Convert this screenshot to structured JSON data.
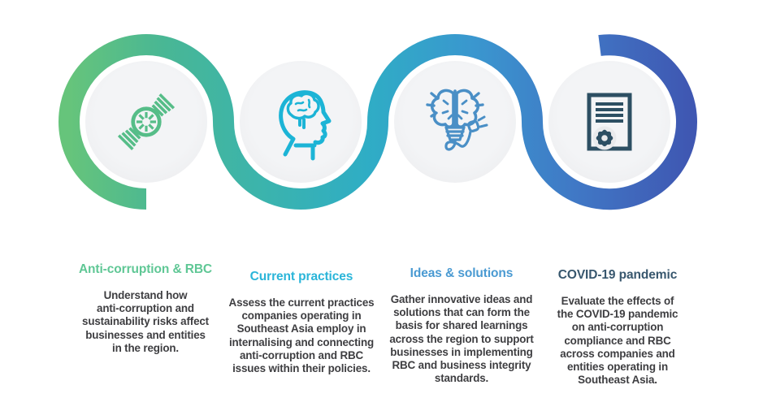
{
  "figure": {
    "type": "process-flow",
    "step_count": 4
  },
  "colors": {
    "background": "#ffffff",
    "circle_fill": "#e9eaec",
    "circle_fill_center": "#f3f4f6",
    "body_text": "#3e3e41"
  },
  "ribbon": {
    "gradient": [
      "#66c47b",
      "#49b794",
      "#3cb4ab",
      "#2fadc5",
      "#3a97cf",
      "#4077c5",
      "#3f57b2"
    ]
  },
  "steps": [
    {
      "title": "Anti-corruption & RBC",
      "title_color": "#5fc795",
      "icon": "watch-icon",
      "icon_color": "#56bd88",
      "description": "Understand how\nanti-corruption and\nsustainability risks affect\nbusinesses and entities\nin the region."
    },
    {
      "title": "Current practices",
      "title_color": "#2ab5d9",
      "icon": "head-brain-icon",
      "icon_color": "#1cb4d6",
      "description": "Assess the current practices\ncompanies operating in\nSoutheast Asia employ in\ninternalising and connecting\nanti-corruption and RBC\nissues within their policies."
    },
    {
      "title": "Ideas & solutions",
      "title_color": "#4a9ad2",
      "icon": "brain-bulb-plug-icon",
      "icon_color": "#4a8fc6",
      "description": "Gather innovative ideas and\nsolutions that can form the\nbasis for shared learnings\nacross the region to support\nbusinesses in implementing\nRBC and business integrity\nstandards."
    },
    {
      "title": "COVID-19 pandemic",
      "title_color": "#38576e",
      "icon": "document-gear-icon",
      "icon_color": "#2d4f63",
      "description": "Evaluate the effects of\nthe COVID-19 pandemic\non anti-corruption\ncompliance and RBC\nacross companies and\nentities operating in\nSoutheast Asia."
    }
  ]
}
